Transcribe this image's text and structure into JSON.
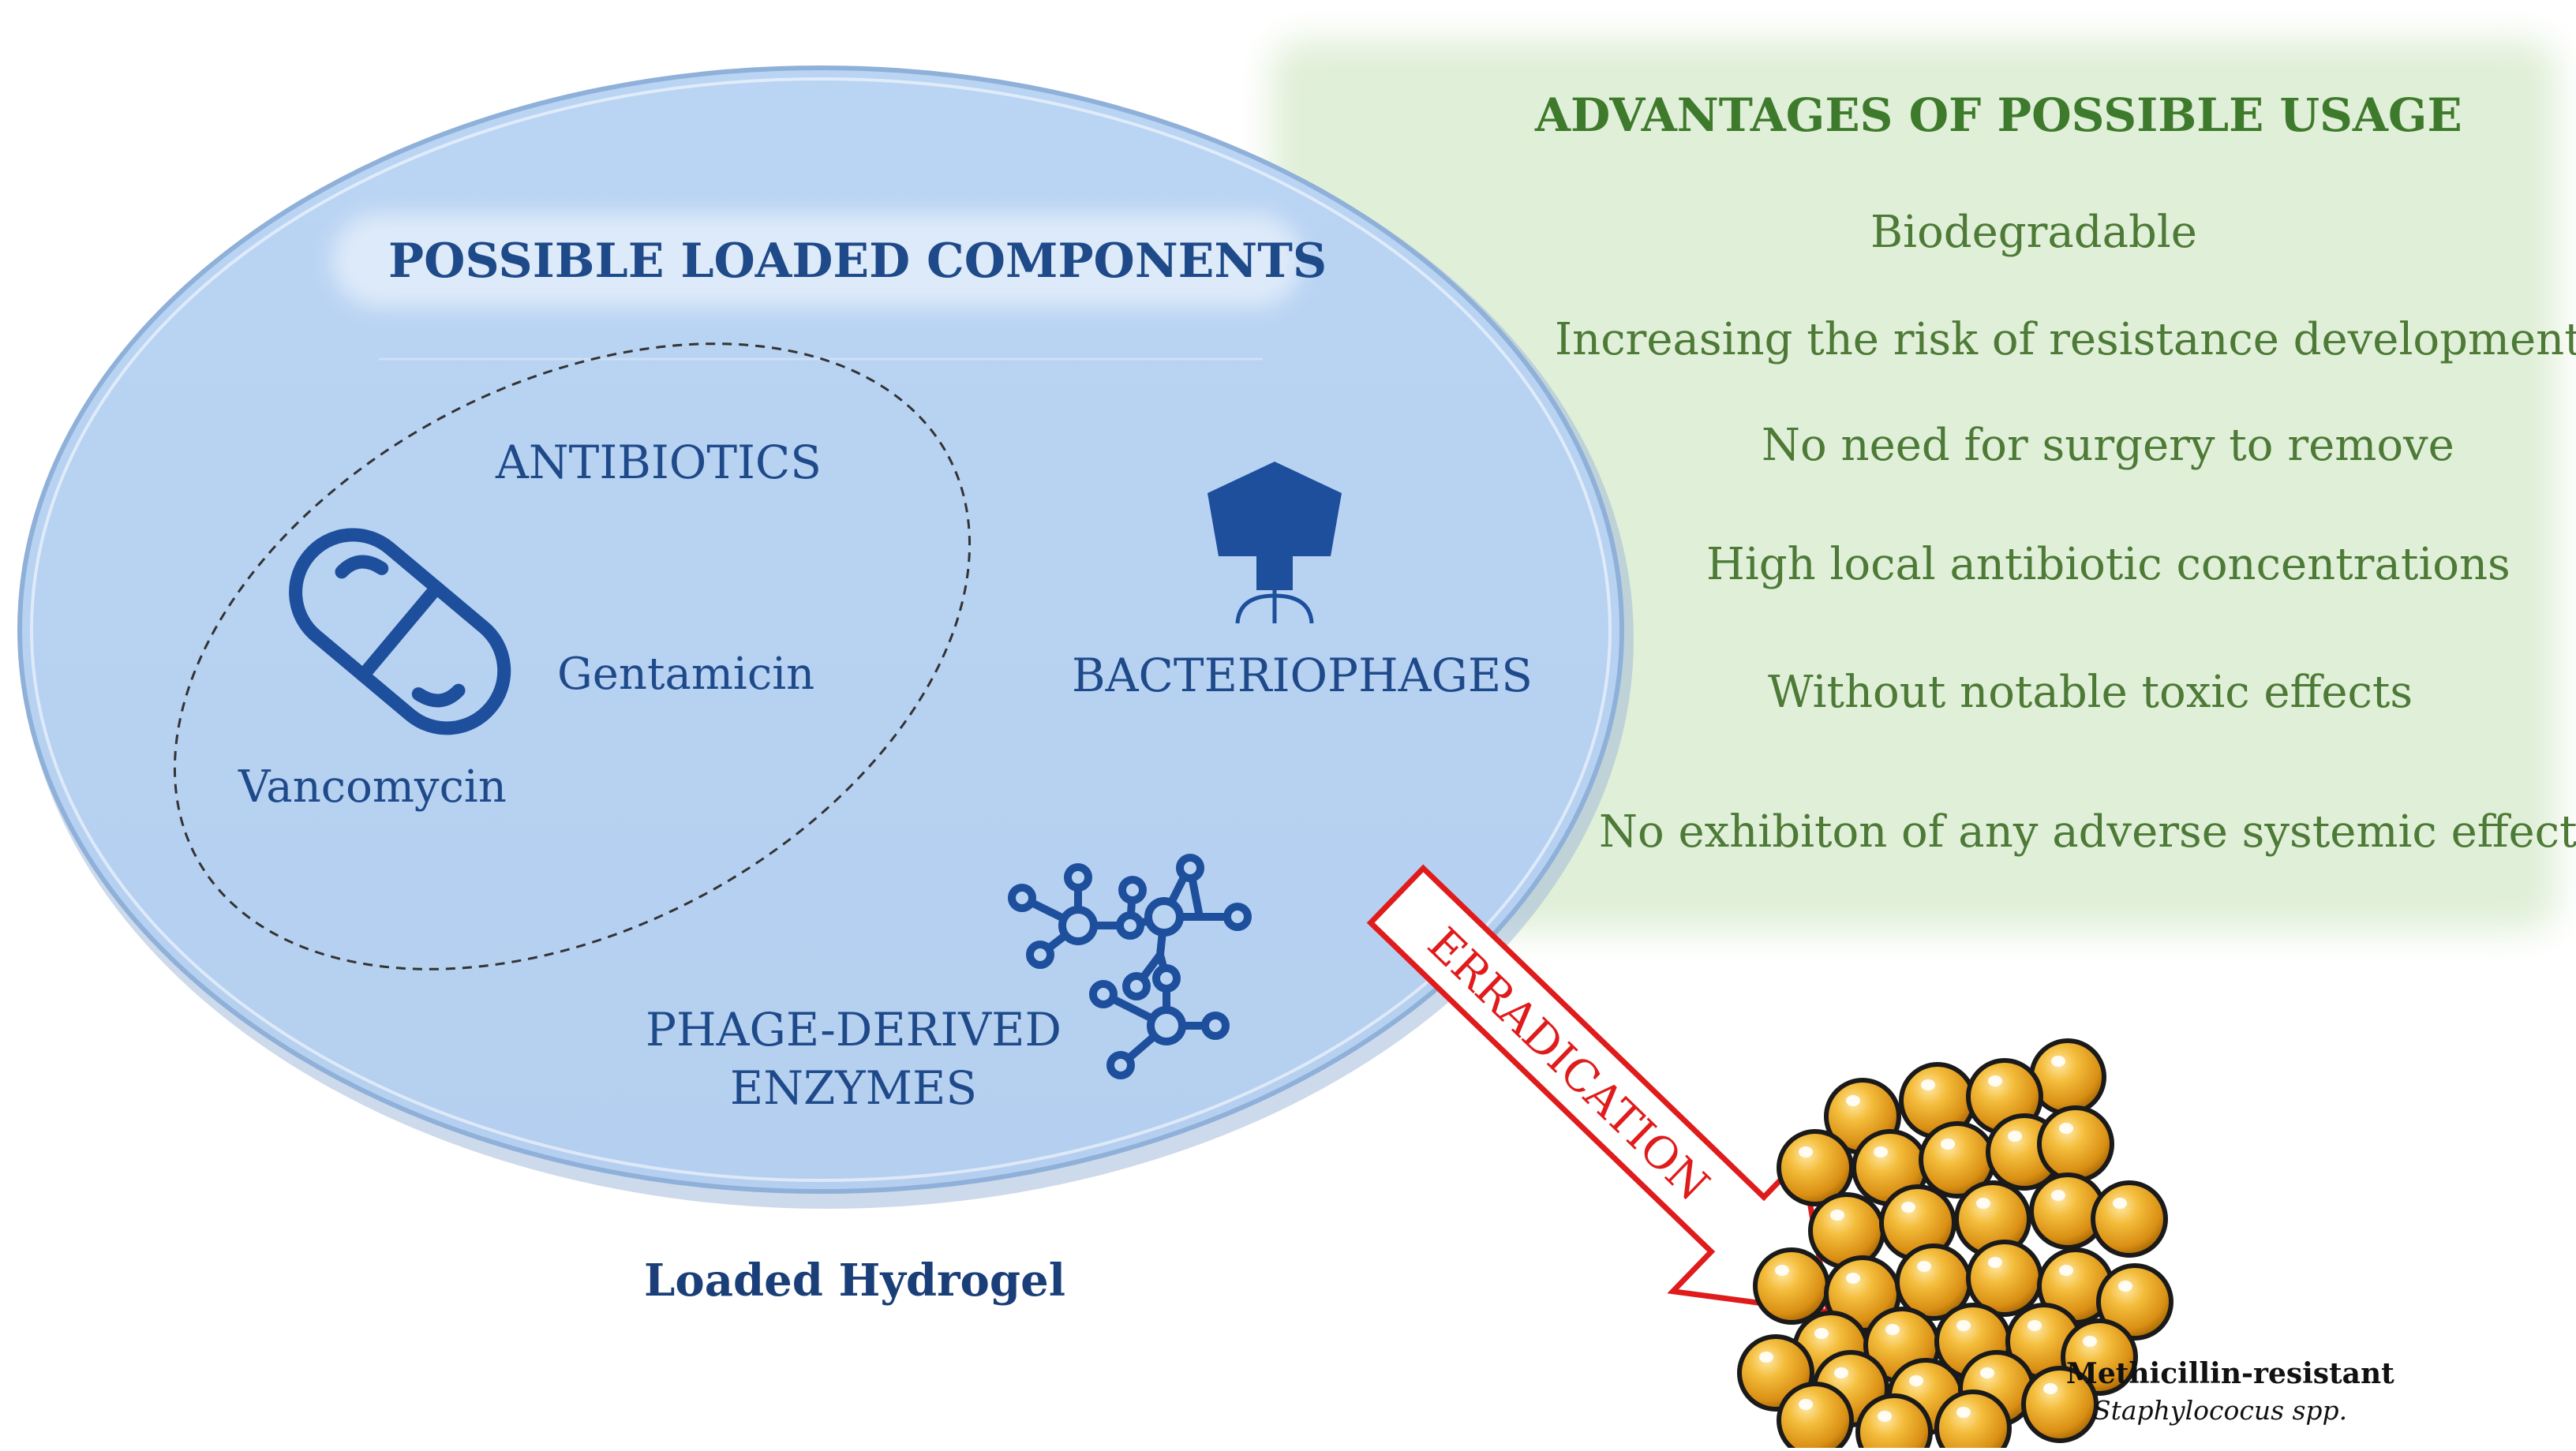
{
  "advantages": {
    "title": "ADVANTAGES OF POSSIBLE USAGE",
    "items": [
      "Biodegradable",
      "Increasing the risk of resistance development",
      "No need for surgery to remove",
      "High local antibiotic concentrations",
      "Without notable toxic effects",
      "No exhibiton of any adverse systemic effects"
    ],
    "color": "#4d7a36"
  },
  "hydrogel": {
    "heading": "POSSIBLE LOADED COMPONENTS",
    "antibiotics": {
      "label": "ANTIBIOTICS",
      "drugs": [
        "Gentamicin",
        "Vancomycin"
      ]
    },
    "bacteriophages": "BACTERIOPHAGES",
    "enzymes": [
      "PHAGE-DERIVED",
      "ENZYMES"
    ],
    "caption": "Loaded Hydrogel",
    "fill_color": "#b9d3f2",
    "icon_color": "#1d4f9c"
  },
  "arrow": {
    "label": "ERRADICATION",
    "color": "#e01b1b"
  },
  "bacteria": {
    "label_line1": "Methicillin-resistant",
    "label_line2": "Staphylococus spp.",
    "color": "#e8a722"
  }
}
